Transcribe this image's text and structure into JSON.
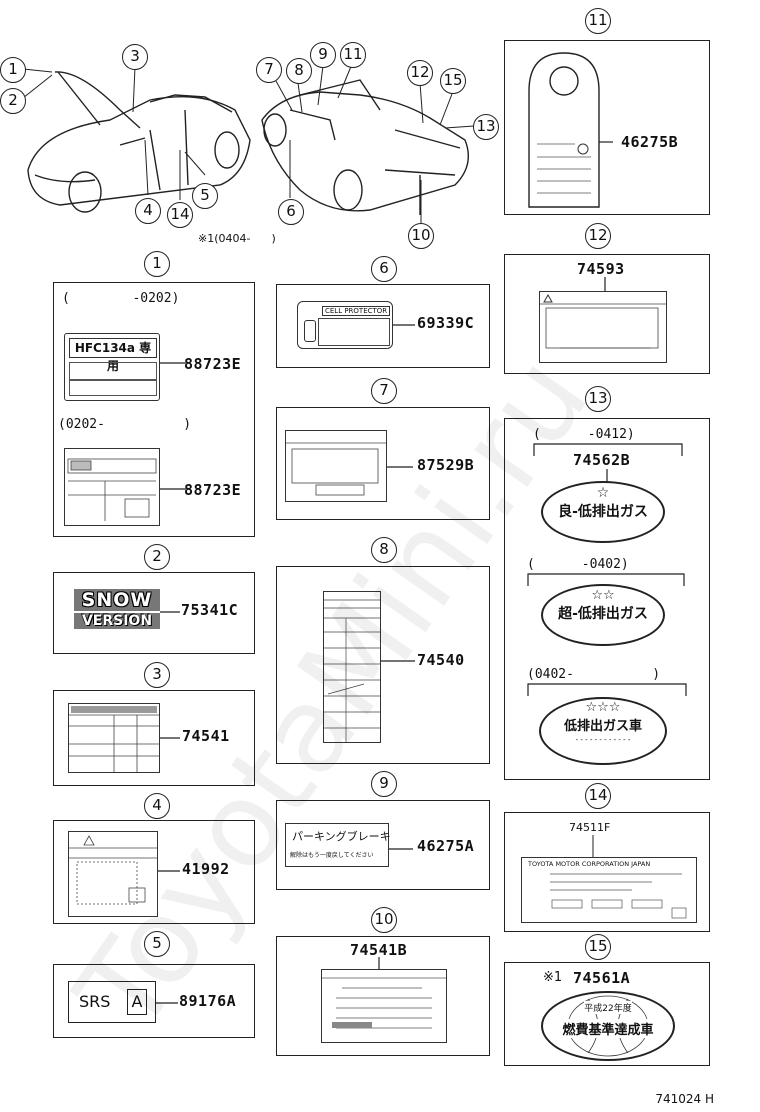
{
  "header_diagram": {
    "callouts": [
      "1",
      "2",
      "3",
      "4",
      "5",
      "6",
      "7",
      "8",
      "9",
      "10",
      "11",
      "12",
      "13",
      "14",
      "15"
    ],
    "footnote": "※1(0404-      )"
  },
  "panels": {
    "p1": {
      "num": "1",
      "range_a": "(        -0202)",
      "part_a": "88723E",
      "label_a_text": "HFC134a 専用",
      "range_b": "(0202-          )",
      "part_b": "88723E"
    },
    "p2": {
      "num": "2",
      "part": "75341C",
      "snow": "SNOW",
      "version": "VERSION"
    },
    "p3": {
      "num": "3",
      "part": "74541"
    },
    "p4": {
      "num": "4",
      "part": "41992"
    },
    "p5": {
      "num": "5",
      "part": "89176A",
      "srs": "SRS",
      "a": "A"
    },
    "p6": {
      "num": "6",
      "part": "69339C",
      "label_text": "CELL PROTECTOR"
    },
    "p7": {
      "num": "7",
      "part": "87529B"
    },
    "p8": {
      "num": "8",
      "part": "74540"
    },
    "p9": {
      "num": "9",
      "part": "46275A",
      "line1": "パーキングブレーキ",
      "line2": "解除はもう一度戻してください"
    },
    "p10": {
      "num": "10",
      "part": "74541B"
    },
    "p11": {
      "num": "11",
      "part": "46275B"
    },
    "p12": {
      "num": "12",
      "part": "74593"
    },
    "p13": {
      "num": "13",
      "range_a": "(      -0412)",
      "part": "74562B",
      "oval_a": "良-低排出ガス",
      "range_b": "(      -0402)",
      "oval_b": "超-低排出ガス",
      "range_c": "(0402-          )",
      "oval_c": "低排出ガス車"
    },
    "p14": {
      "num": "14",
      "part": "74511F",
      "label_text": "TOYOTA MOTOR CORPORATION JAPAN"
    },
    "p15": {
      "num": "15",
      "marker": "※1",
      "part": "74561A",
      "year": "平成22年度",
      "line": "燃費基準達成車"
    }
  },
  "watermark": "ToyotaMini.ru",
  "footer": "741024 H"
}
